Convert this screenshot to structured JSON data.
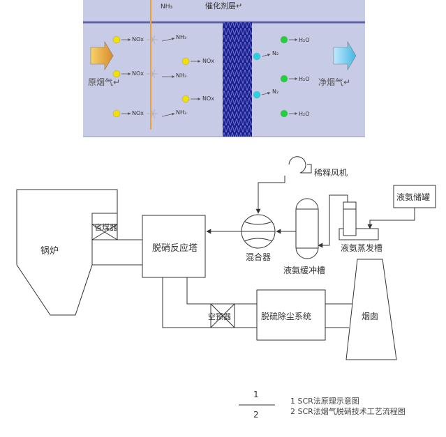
{
  "figure1": {
    "catalyst_label": "催化剂层↵",
    "nh3_top": "NH₃",
    "raw_flue_gas": "原烟气↵",
    "clean_flue_gas": "净烟气↵",
    "nox": "NOx",
    "nh3": "NH₃",
    "n2": "N₂",
    "h2o": "H₂O",
    "colors": {
      "background": "#c8cbe6",
      "nh3_line": "#f0a030",
      "catalyst": "#1a1f8a",
      "divider": "#5f64a8",
      "nox_dot": "#f2e100",
      "n2_dot": "#22d3e0",
      "h2o_dot": "#1fd13a"
    }
  },
  "figure2": {
    "boiler": "锅炉",
    "economizer": "省煤器",
    "denox_tower": "脱硝反应塔",
    "mixer": "混合器",
    "dilution_fan": "稀释风机",
    "buffer_tank": "液氨缓冲槽",
    "evaporator": "液氨蒸发槽",
    "storage_tank": "液氨储罐",
    "air_preheater": "空预器",
    "desulfurization": "脱硫除尘系统",
    "chimney": "烟囱"
  },
  "legend": {
    "num1": "1",
    "num2": "2",
    "caption1": "1 SCR法原理示意图",
    "caption2": "2 SCR法烟气脱硝技术工艺流程图"
  }
}
